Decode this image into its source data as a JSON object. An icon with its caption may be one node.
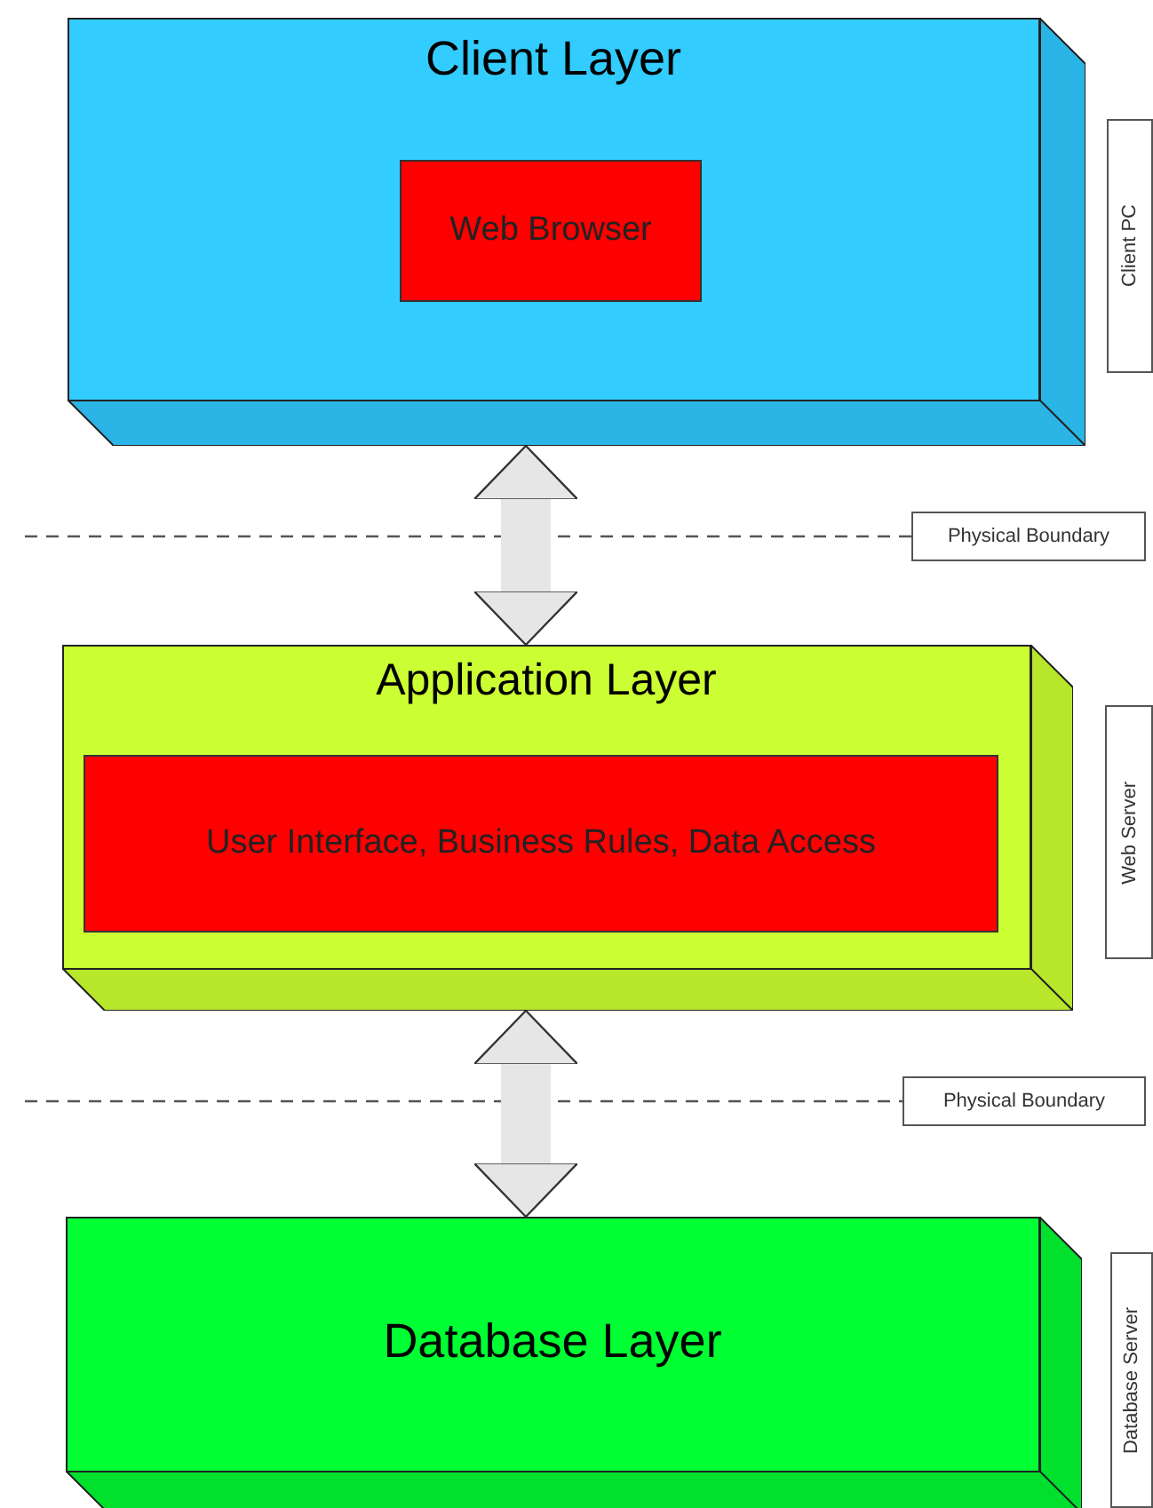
{
  "diagram": {
    "nodes": [
      {
        "text": [
          "Client Layer"
        ]
      },
      {
        "text": [
          "Web Browser"
        ],
        "in": 0
      },
      {
        "text": [
          "Client PC"
        ]
      },
      {
        "text": [
          "Physical Boundary"
        ]
      },
      {
        "text": [
          "Application Layer"
        ]
      },
      {
        "text": [
          "User Interface, Business Rules, Data Access"
        ],
        "in": 4
      },
      {
        "text": [
          "Web Server"
        ]
      },
      {
        "text": [
          "Physical Boundary"
        ]
      },
      {
        "text": [
          "Database Layer"
        ]
      },
      {
        "text": [
          "Database Server"
        ]
      }
    ],
    "edges": [
      {
        "from": 0,
        "to": 4,
        "arrow": "both",
        "style": "thick"
      },
      {
        "from": null,
        "to": 3,
        "arrow": "none",
        "style": "dashed",
        "color": "#555555"
      },
      {
        "from": 4,
        "to": 8,
        "arrow": "both",
        "style": "thick"
      },
      {
        "from": null,
        "to": 7,
        "arrow": "none",
        "style": "dashed",
        "color": "#555555"
      }
    ]
  }
}
